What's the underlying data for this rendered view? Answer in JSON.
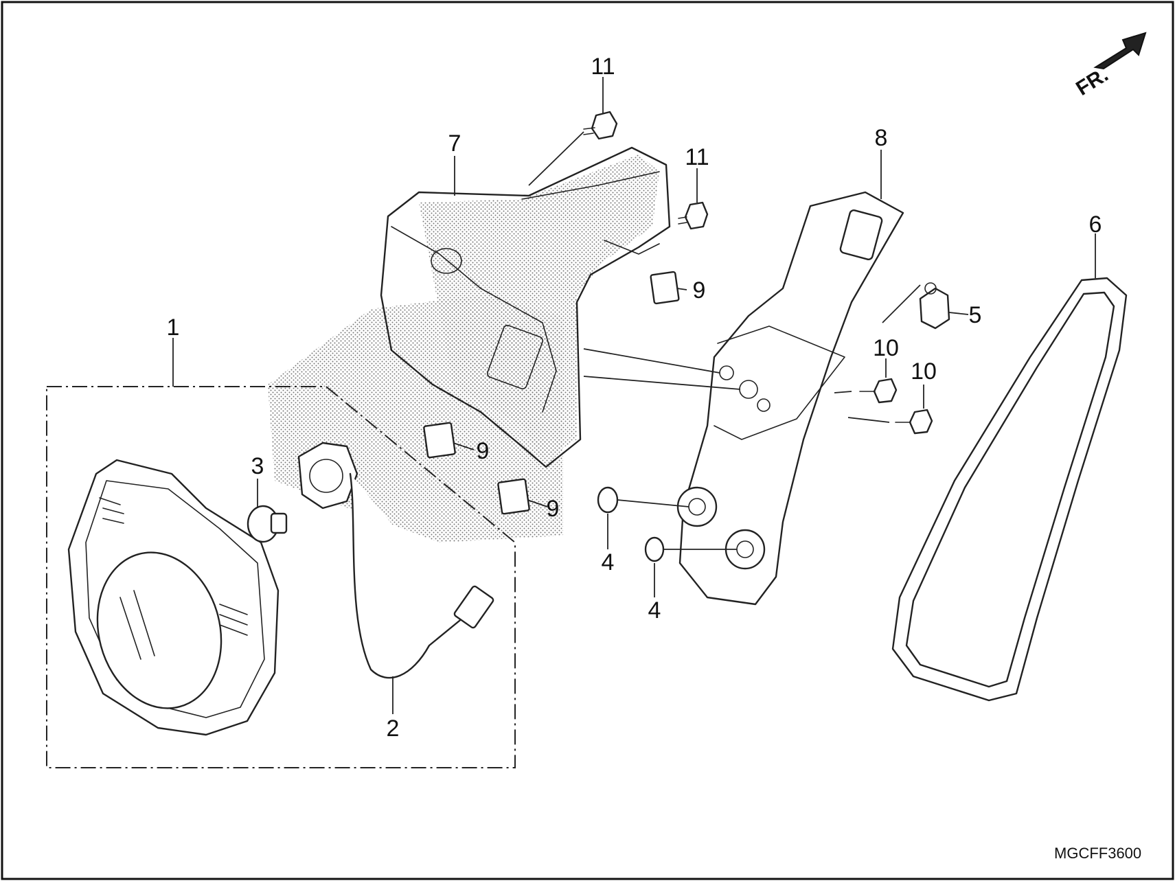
{
  "diagram": {
    "direction_label": "FR.",
    "drawing_code": "MGCFF3600",
    "callouts": {
      "c1": "1",
      "c2": "2",
      "c3": "3",
      "c4a": "4",
      "c4b": "4",
      "c5": "5",
      "c6": "6",
      "c7": "7",
      "c8": "8",
      "c9a": "9",
      "c9b": "9",
      "c9c": "9",
      "c10a": "10",
      "c10b": "10",
      "c11a": "11",
      "c11b": "11"
    }
  }
}
